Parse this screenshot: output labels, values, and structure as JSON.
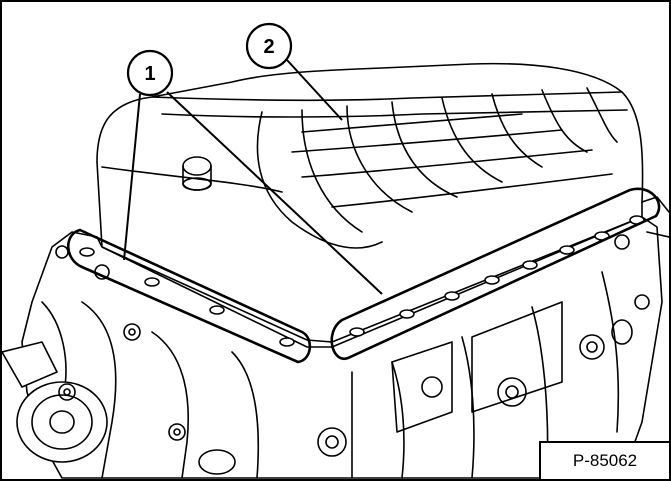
{
  "figure": {
    "id_label": "P-85062"
  },
  "callouts": [
    {
      "number": "1"
    },
    {
      "number": "2"
    }
  ],
  "colors": {
    "line": "#000000",
    "background": "#ffffff"
  }
}
